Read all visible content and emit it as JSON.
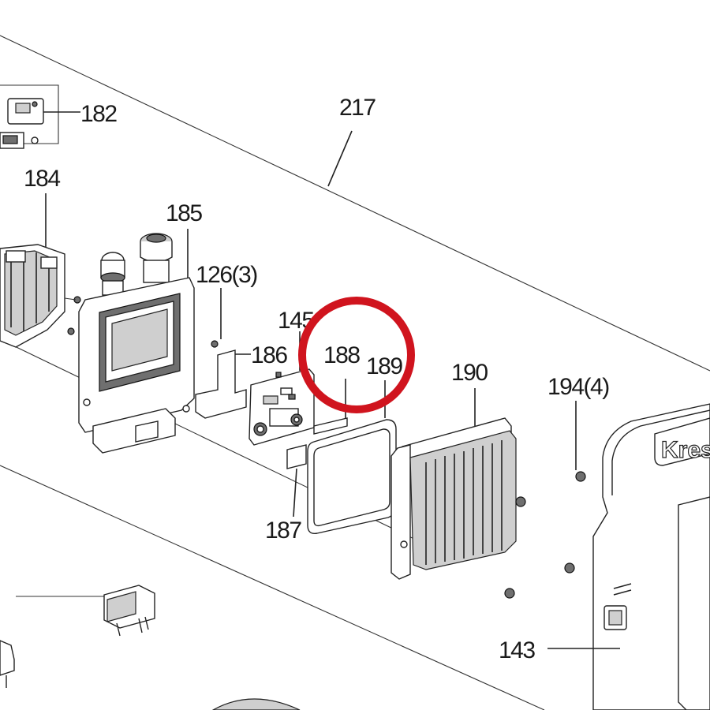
{
  "labels": {
    "l182": "182",
    "l184": "184",
    "l185": "185",
    "l217": "217",
    "l126": "126(3)",
    "l145": "145",
    "l186": "186",
    "l188": "188",
    "l189": "189",
    "l190": "190",
    "l194": "194(4)",
    "l187": "187",
    "l143": "143"
  },
  "housing_brand": "Kres",
  "highlight": {
    "target": "188",
    "color": "#d0141e"
  },
  "colors": {
    "line": "#222222",
    "background": "#ffffff"
  }
}
